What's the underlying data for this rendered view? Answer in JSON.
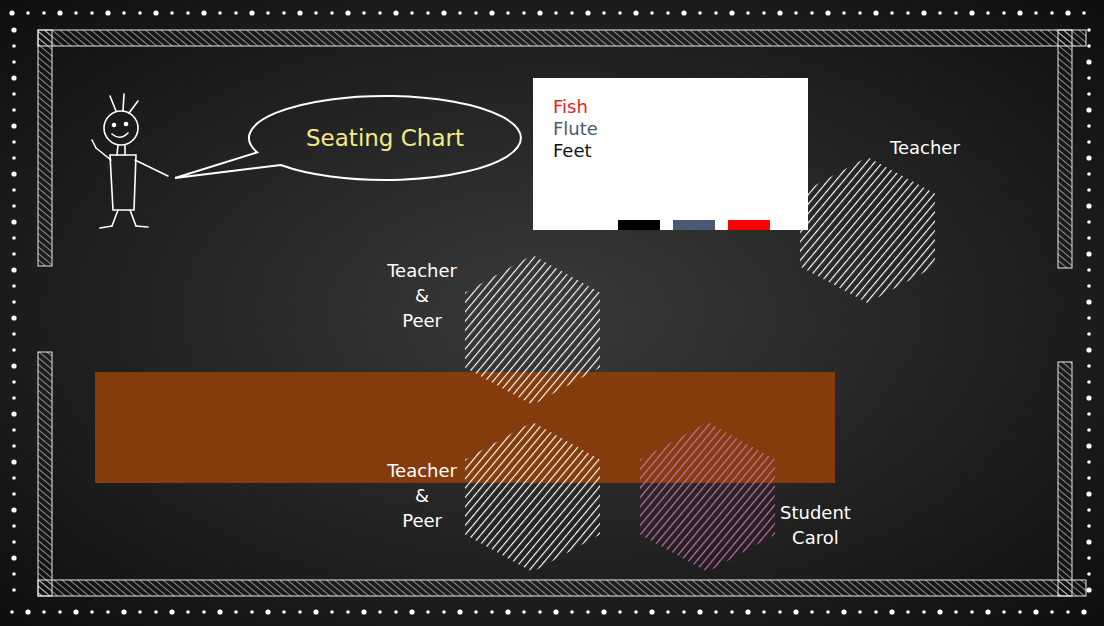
{
  "diagram": {
    "nodes": [
      {
        "text": [
          "Seating Chart"
        ]
      },
      {
        "text": [
          "Fish",
          "Flute",
          "Feet"
        ]
      },
      {
        "text": [
          "Teacher"
        ]
      },
      {
        "text": [
          "Teacher & Peer"
        ]
      },
      {
        "text": [
          "Teacher & Peer"
        ]
      },
      {
        "text": [
          "Student Carol"
        ]
      }
    ]
  }
}
